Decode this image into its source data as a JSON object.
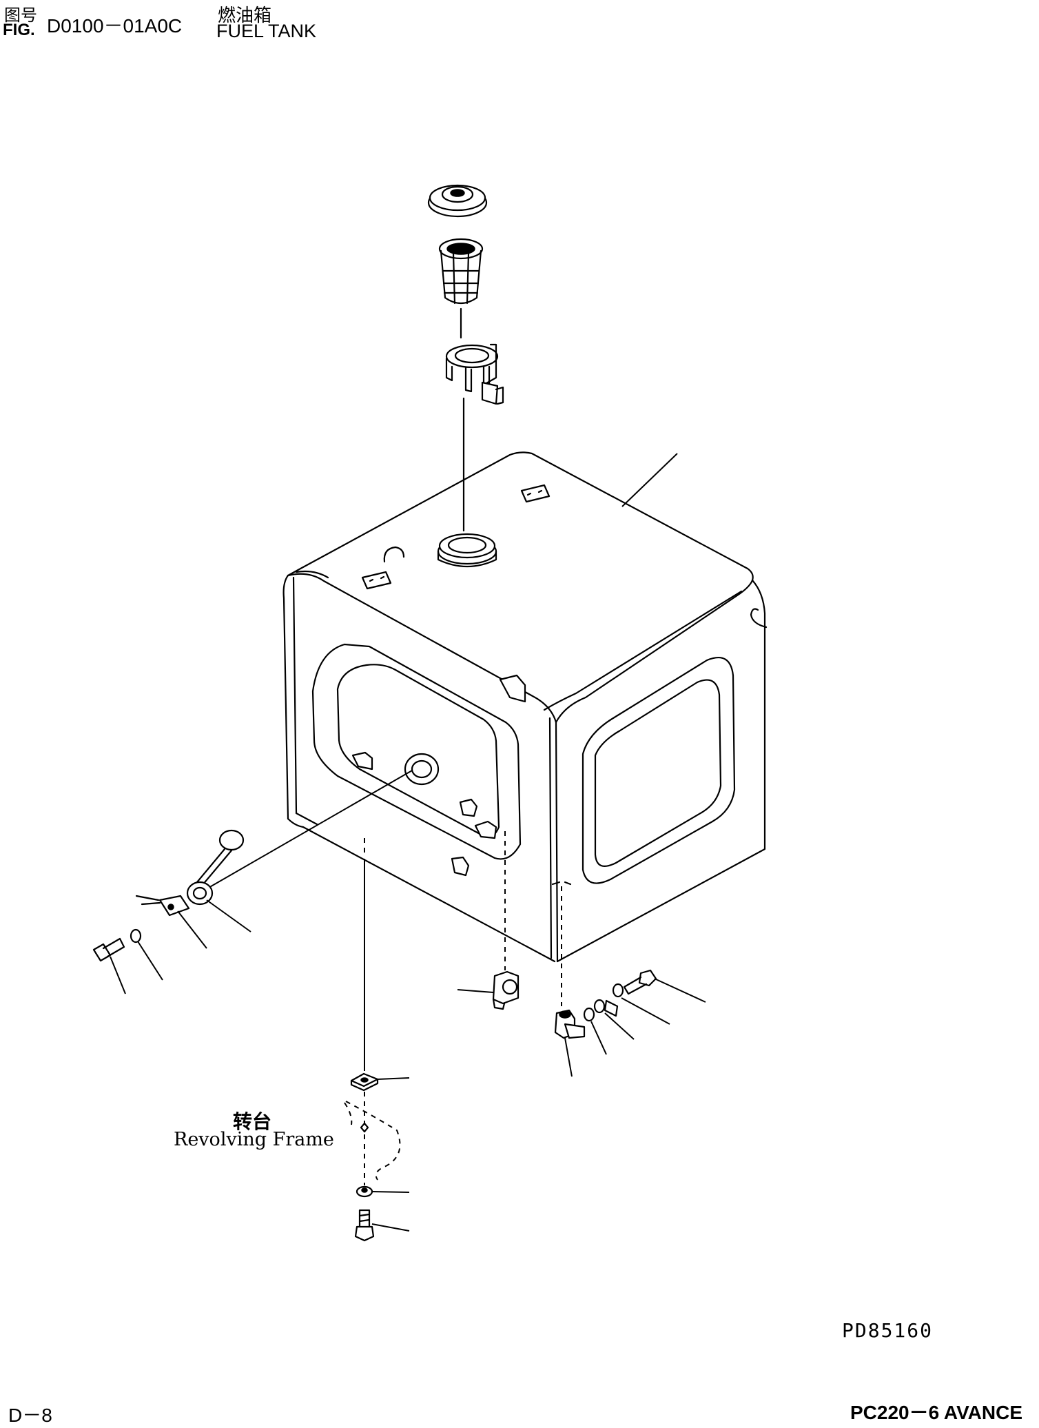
{
  "header": {
    "fig_label_cjk": "图号",
    "fig_label": "FIG.",
    "fig_number": "D0100－01A0C",
    "title_cjk": "燃油箱",
    "title": "FUEL TANK"
  },
  "callout": {
    "label_cjk": "转台",
    "label": "Revolving Frame"
  },
  "footer": {
    "drawing_code": "PD85160",
    "page": "D－8",
    "model": "PC220－6 AVANCE"
  }
}
